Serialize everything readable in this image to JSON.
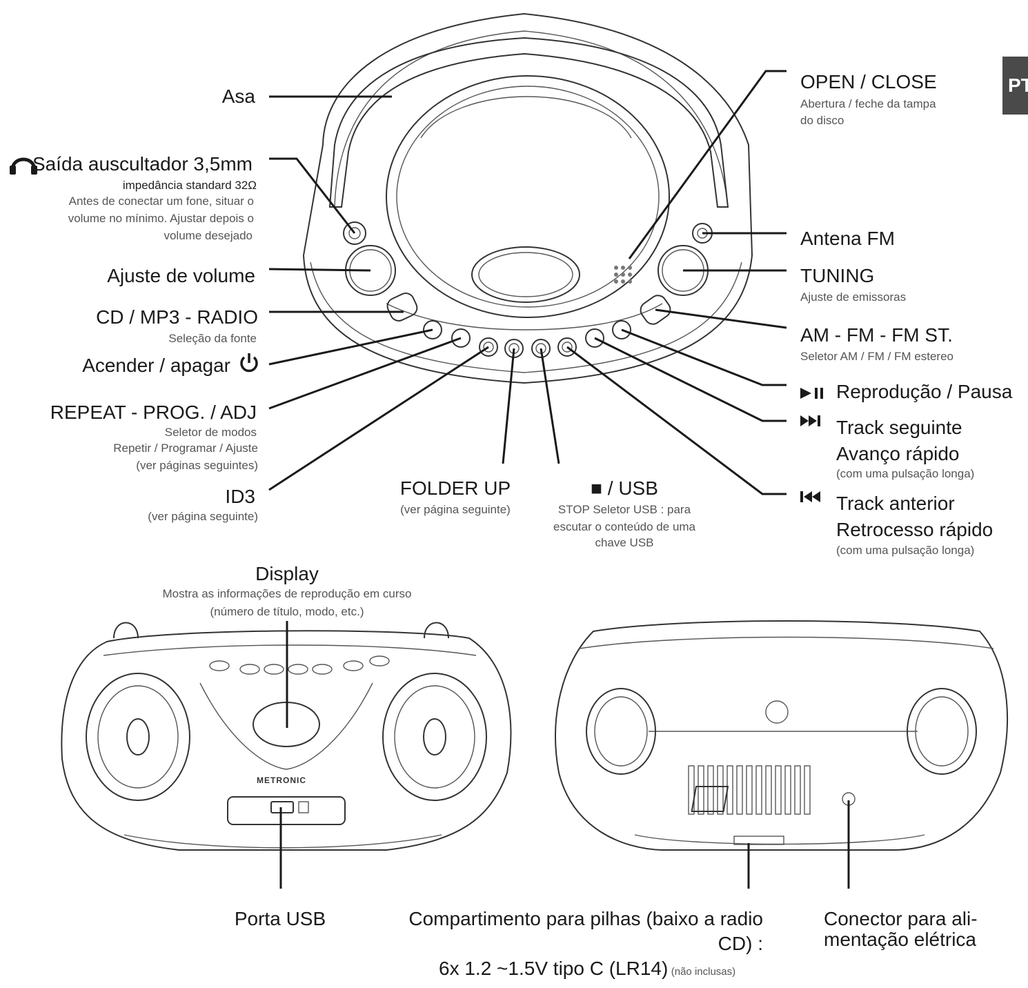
{
  "lang_tab": "PT",
  "labels": {
    "asa": "Asa",
    "headphone_title": "Saída auscultador 3,5mm",
    "headphone_sub1": "impedância standard 32Ω",
    "headphone_sub2": "Antes de conectar um fone, situar o",
    "headphone_sub3": "volume no mínimo. Ajustar depois o",
    "headphone_sub4": "volume desejado",
    "volume": "Ajuste de volume",
    "source_title": "CD / MP3  -  RADIO",
    "source_sub": "Seleção da fonte",
    "power": "Acender / apagar",
    "repeat_title": "REPEAT - PROG. / ADJ",
    "repeat_sub1": "Seletor de modos",
    "repeat_sub2": "Repetir / Programar / Ajuste",
    "repeat_sub3": "(ver páginas seguintes)",
    "id3_title": "ID3",
    "id3_sub": "(ver página seguinte)",
    "folder_title": "FOLDER UP",
    "folder_sub": "(ver página seguinte)",
    "stop_title": "■ / USB",
    "stop_sub1": "STOP Seletor USB : para",
    "stop_sub2": "escutar o conteúdo de uma",
    "stop_sub3": "chave USB",
    "open_title": "OPEN / CLOSE",
    "open_sub1": "Abertura / feche da tampa",
    "open_sub2": "do disco",
    "antenna": "Antena FM",
    "tuning_title": "TUNING",
    "tuning_sub": "Ajuste de emissoras",
    "band_title": "AM - FM - FM ST.",
    "band_sub": "Seletor  AM / FM / FM estereo",
    "play_icon": "►II",
    "play_title": "Reprodução  / Pausa",
    "next_icon": "►►I",
    "next_title1": "Track seguinte",
    "next_title2": "Avanço rápido",
    "next_sub": "(com uma pulsação longa)",
    "prev_icon": "I◄◄",
    "prev_title1": "Track anterior",
    "prev_title2": "Retrocesso rápido",
    "prev_sub": "(com uma pulsação longa)",
    "display_title": "Display",
    "display_sub1": "Mostra as informações de reprodução em curso",
    "display_sub2": "(número de título, modo, etc.)",
    "usb_port": "Porta USB",
    "battery_title1": "Compartimento para pilhas (baixo a radio",
    "battery_title2": "CD) :",
    "battery_spec": "6x 1.2 ~1.5V tipo C (LR14)",
    "battery_note": "(não inclusas)",
    "power_conn1": "Conector para ali-",
    "power_conn2": "mentação elétrica",
    "brand": "METRONIC"
  },
  "icons": [
    "headphone-icon",
    "power-icon",
    "play-pause-icon",
    "next-track-icon",
    "previous-track-icon",
    "stop-icon"
  ]
}
